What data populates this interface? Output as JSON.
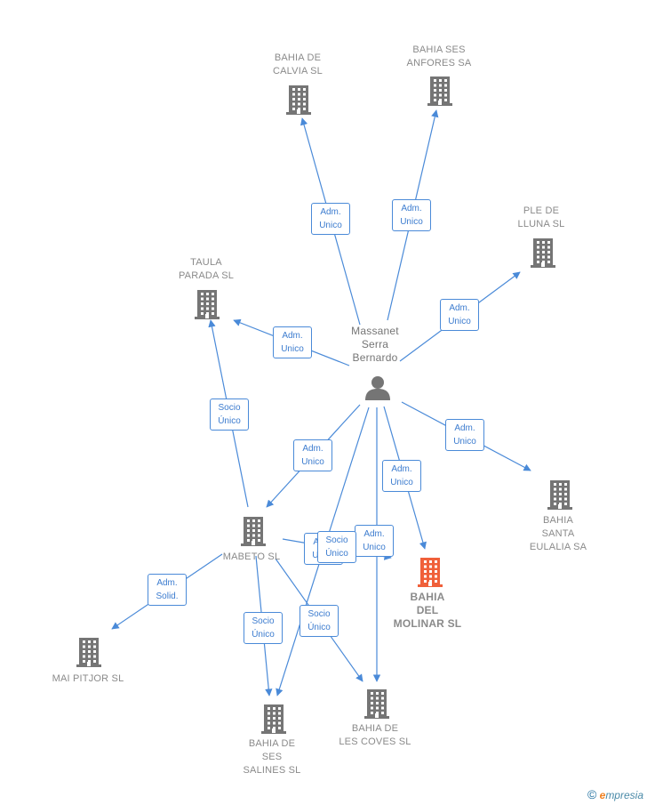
{
  "colors": {
    "edge": "#4a8ad8",
    "building": "#757575",
    "focus": "#f0603a",
    "person": "#757575"
  },
  "person": {
    "id": "massanet",
    "label": "Massanet\nSerra\nBernardo",
    "icon": "person-icon"
  },
  "companies": [
    {
      "id": "calvia",
      "label": "BAHIA DE\nCALVIA  SL",
      "icon": "building-icon"
    },
    {
      "id": "anfores",
      "label": "BAHIA SES\nANFORES SA",
      "icon": "building-icon"
    },
    {
      "id": "lluna",
      "label": "PLE DE\nLLUNA SL",
      "icon": "building-icon"
    },
    {
      "id": "taula",
      "label": "TAULA\nPARADA SL",
      "icon": "building-icon"
    },
    {
      "id": "santa",
      "label": "BAHIA\nSANTA\nEULALIA SA",
      "icon": "building-icon"
    },
    {
      "id": "mabeto",
      "label": "MABETO SL",
      "icon": "building-icon"
    },
    {
      "id": "molinar",
      "label": "BAHIA\nDEL\nMOLINAR  SL",
      "icon": "building-icon",
      "focus": true
    },
    {
      "id": "pitjor",
      "label": "MAI PITJOR SL",
      "icon": "building-icon"
    },
    {
      "id": "salines",
      "label": "BAHIA DE\nSES\nSALINES  SL",
      "icon": "building-icon"
    },
    {
      "id": "coves",
      "label": "BAHIA DE\nLES COVES  SL",
      "icon": "building-icon"
    }
  ],
  "edges": [
    {
      "from": "massanet",
      "to": "calvia",
      "label": "Adm.\nUnico"
    },
    {
      "from": "massanet",
      "to": "anfores",
      "label": "Adm.\nUnico"
    },
    {
      "from": "massanet",
      "to": "lluna",
      "label": "Adm.\nUnico"
    },
    {
      "from": "massanet",
      "to": "taula",
      "label": "Adm.\nUnico"
    },
    {
      "from": "massanet",
      "to": "santa",
      "label": "Adm.\nUnico"
    },
    {
      "from": "massanet",
      "to": "mabeto",
      "label": "Adm.\nUnico"
    },
    {
      "from": "massanet",
      "to": "molinar",
      "label": "Adm.\nUnico"
    },
    {
      "from": "massanet",
      "to": "salines",
      "label": "Adm.\nUnico"
    },
    {
      "from": "massanet",
      "to": "coves",
      "label": "Adm.\nUnico"
    },
    {
      "from": "mabeto",
      "to": "taula",
      "label": "Socio\nÚnico"
    },
    {
      "from": "mabeto",
      "to": "pitjor",
      "label": "Adm.\nSolid."
    },
    {
      "from": "mabeto",
      "to": "salines",
      "label": "Socio\nÚnico"
    },
    {
      "from": "mabeto",
      "to": "coves",
      "label": "Socio\nÚnico"
    },
    {
      "from": "mabeto",
      "to": "molinar",
      "label": "Socio\nÚnico"
    }
  ],
  "footer": {
    "copyright": "©",
    "brand_e": "e",
    "brand_rest": "mpresia"
  }
}
